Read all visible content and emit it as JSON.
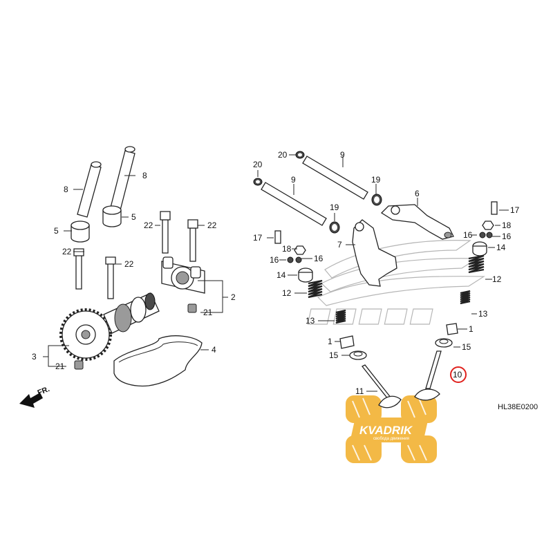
{
  "diagram": {
    "reference_code": "HL38E0200",
    "front_label": "FR.",
    "callouts": [
      {
        "id": "c8a",
        "label": "8"
      },
      {
        "id": "c8b",
        "label": "8"
      },
      {
        "id": "c5a",
        "label": "5"
      },
      {
        "id": "c5b",
        "label": "5"
      },
      {
        "id": "c22a",
        "label": "22"
      },
      {
        "id": "c22b",
        "label": "22"
      },
      {
        "id": "c22c",
        "label": "22"
      },
      {
        "id": "c22d",
        "label": "22"
      },
      {
        "id": "c2",
        "label": "2"
      },
      {
        "id": "c21a",
        "label": "21"
      },
      {
        "id": "c3",
        "label": "3"
      },
      {
        "id": "c21b",
        "label": "21"
      },
      {
        "id": "c4",
        "label": "4"
      },
      {
        "id": "c20a",
        "label": "20"
      },
      {
        "id": "c20b",
        "label": "20"
      },
      {
        "id": "c9a",
        "label": "9"
      },
      {
        "id": "c9b",
        "label": "9"
      },
      {
        "id": "c19a",
        "label": "19"
      },
      {
        "id": "c19b",
        "label": "19"
      },
      {
        "id": "c6",
        "label": "6"
      },
      {
        "id": "c7",
        "label": "7"
      },
      {
        "id": "c17a",
        "label": "17"
      },
      {
        "id": "c17b",
        "label": "17"
      },
      {
        "id": "c18a",
        "label": "18"
      },
      {
        "id": "c18b",
        "label": "18"
      },
      {
        "id": "c16a",
        "label": "16"
      },
      {
        "id": "c16b",
        "label": "16"
      },
      {
        "id": "c16c",
        "label": "16"
      },
      {
        "id": "c16d",
        "label": "16"
      },
      {
        "id": "c14a",
        "label": "14"
      },
      {
        "id": "c14b",
        "label": "14"
      },
      {
        "id": "c12a",
        "label": "12"
      },
      {
        "id": "c12b",
        "label": "12"
      },
      {
        "id": "c13a",
        "label": "13"
      },
      {
        "id": "c13b",
        "label": "13"
      },
      {
        "id": "c1a",
        "label": "1"
      },
      {
        "id": "c1b",
        "label": "1"
      },
      {
        "id": "c15a",
        "label": "15"
      },
      {
        "id": "c15b",
        "label": "15"
      },
      {
        "id": "c11",
        "label": "11"
      },
      {
        "id": "c10",
        "label": "10",
        "highlight": true
      }
    ],
    "watermark": {
      "brand": "KVADRIK",
      "tagline": "свобода движения"
    },
    "colors": {
      "line": "#222222",
      "highlight": "#e0201c",
      "watermark": "#f2b233",
      "text": "#111111"
    }
  }
}
